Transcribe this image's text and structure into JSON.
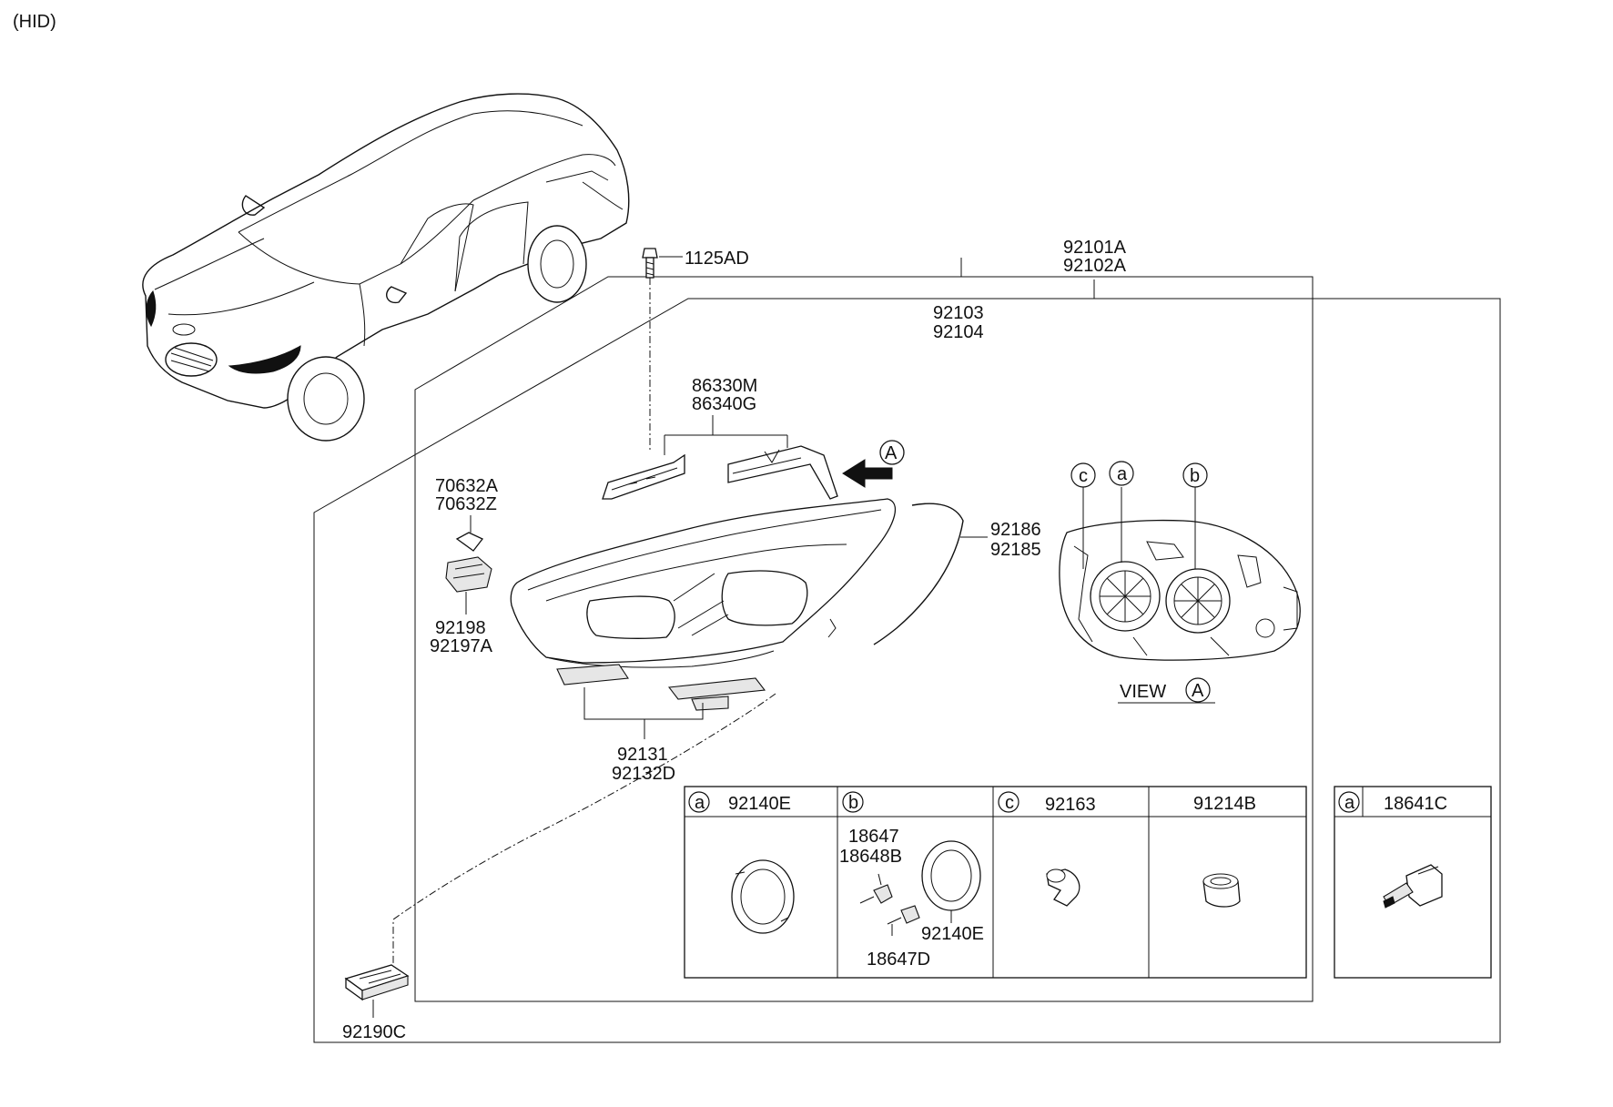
{
  "header": {
    "variant": "(HID)"
  },
  "assembly_labels": {
    "outer_a": "92101A",
    "outer_b": "92102A",
    "inner_a": "92103",
    "inner_b": "92104"
  },
  "parts": {
    "bolt": "1125AD",
    "bracket_a": "86330M",
    "bracket_b": "86340G",
    "strip_a": "92186",
    "strip_b": "92185",
    "clip_a": "70632A",
    "clip_b": "70632Z",
    "actuator_a": "92198",
    "actuator_b": "92197A",
    "lower_bracket_a": "92131",
    "lower_bracket_b": "92132D",
    "ballast": "92190C"
  },
  "view_a": {
    "title": "VIEW",
    "marker": "A",
    "callouts": [
      "c",
      "a",
      "b"
    ],
    "arrow_marker": "A"
  },
  "detail_table": {
    "cells": [
      {
        "marker": "a",
        "part": "92140E"
      },
      {
        "marker": "b",
        "part": "",
        "sub_parts": [
          "18647",
          "18648B",
          "92140E",
          "18647D"
        ]
      },
      {
        "marker": "c",
        "part": "92163"
      },
      {
        "marker": "",
        "part": "91214B"
      }
    ]
  },
  "bulb_box": {
    "marker": "a",
    "part": "18641C"
  }
}
